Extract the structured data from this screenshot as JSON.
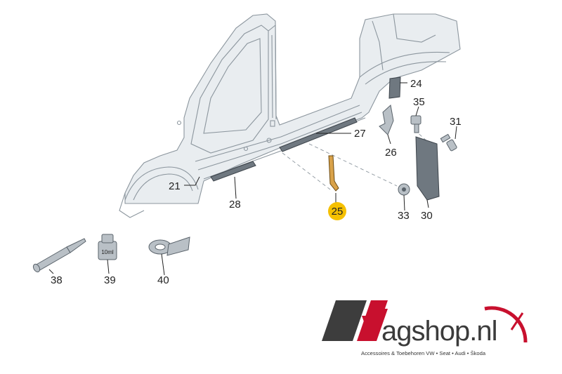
{
  "callouts": {
    "c21": "21",
    "c24": "24",
    "c25": "25",
    "c26": "26",
    "c27": "27",
    "c28": "28",
    "c30": "30",
    "c31": "31",
    "c33": "33",
    "c35": "35",
    "c38": "38",
    "c39": "39",
    "c40": "40"
  },
  "highlight_color": "#f5c000",
  "container_label": "10ml",
  "logo": {
    "wordmark": "agshop.nl",
    "tagline": "Accessoires & Toebehoren VW • Seat • Audi • Škoda",
    "accent_color": "#c8102e"
  }
}
